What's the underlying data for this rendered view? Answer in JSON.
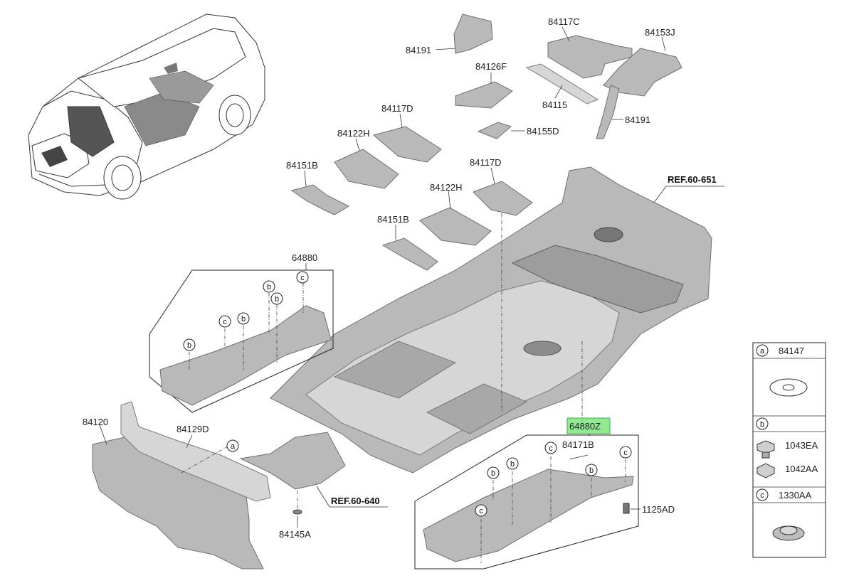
{
  "labels": {
    "p84191_top": "84191",
    "p84117C": "84117C",
    "p84153J": "84153J",
    "p84126F": "84126F",
    "p84115": "84115",
    "p84191_right": "84191",
    "p84117D_top": "84117D",
    "p84155D": "84155D",
    "p84122H_top": "84122H",
    "p84151B_top": "84151B",
    "p84117D_mid": "84117D",
    "p84122H_mid": "84122H",
    "p84151B_mid": "84151B",
    "p64880": "64880",
    "p84120": "84120",
    "p84129D": "84129D",
    "p84145A": "84145A",
    "p64880Z": "64880Z",
    "p84171B": "84171B",
    "p1125AD": "1125AD"
  },
  "references": {
    "ref_651": "REF.60-651",
    "ref_640": "REF.60-640"
  },
  "callouts": {
    "a": "a",
    "b": "b",
    "c": "c"
  },
  "legend": {
    "rows": [
      {
        "letter": "a",
        "parts": [
          "84147"
        ]
      },
      {
        "letter": "b",
        "parts": [
          "1043EA",
          "1042AA"
        ]
      },
      {
        "letter": "c",
        "parts": [
          "1330AA"
        ]
      }
    ]
  },
  "colors": {
    "highlight": "#7ee67e",
    "part_fill": "#b9b9b9"
  }
}
